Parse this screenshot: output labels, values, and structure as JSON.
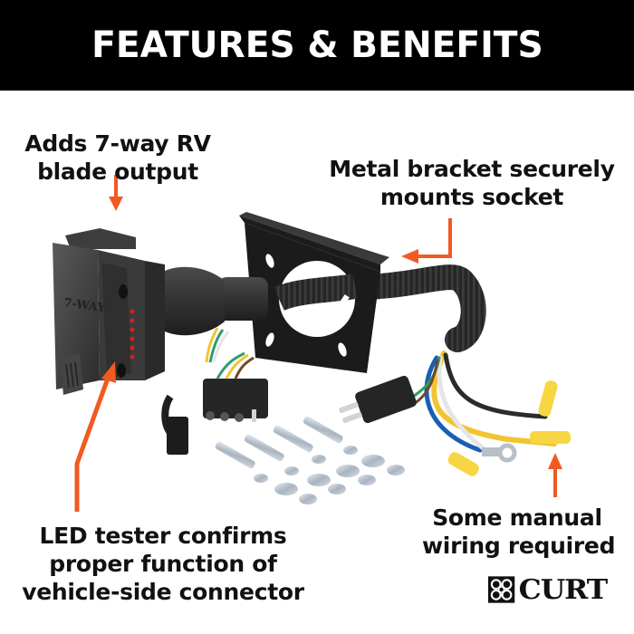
{
  "header": {
    "title": "FEATURES & BENEFITS",
    "background": "#000000",
    "text_color": "#ffffff"
  },
  "callouts": {
    "rv_output": {
      "lines": [
        "Adds 7-way RV",
        "blade output"
      ]
    },
    "bracket": {
      "lines": [
        "Metal bracket securely",
        "mounts socket"
      ]
    },
    "led_tester": {
      "lines": [
        "LED tester confirms",
        "proper function of",
        "vehicle-side connector"
      ]
    },
    "manual_wiring": {
      "lines": [
        "Some manual",
        "wiring required"
      ]
    }
  },
  "arrows": {
    "color": "#f15a22"
  },
  "product": {
    "connector_label": "7-WAY",
    "led_count": 6,
    "led_color": "#d61f1f",
    "wire_colors": [
      "#f2c530",
      "#1a5fb4",
      "#e8e8e8",
      "#2b2b2b",
      "#2e9d6a",
      "#6b4a2b"
    ]
  },
  "brand": {
    "name": "CURT",
    "icon": "curt-logo-icon"
  }
}
